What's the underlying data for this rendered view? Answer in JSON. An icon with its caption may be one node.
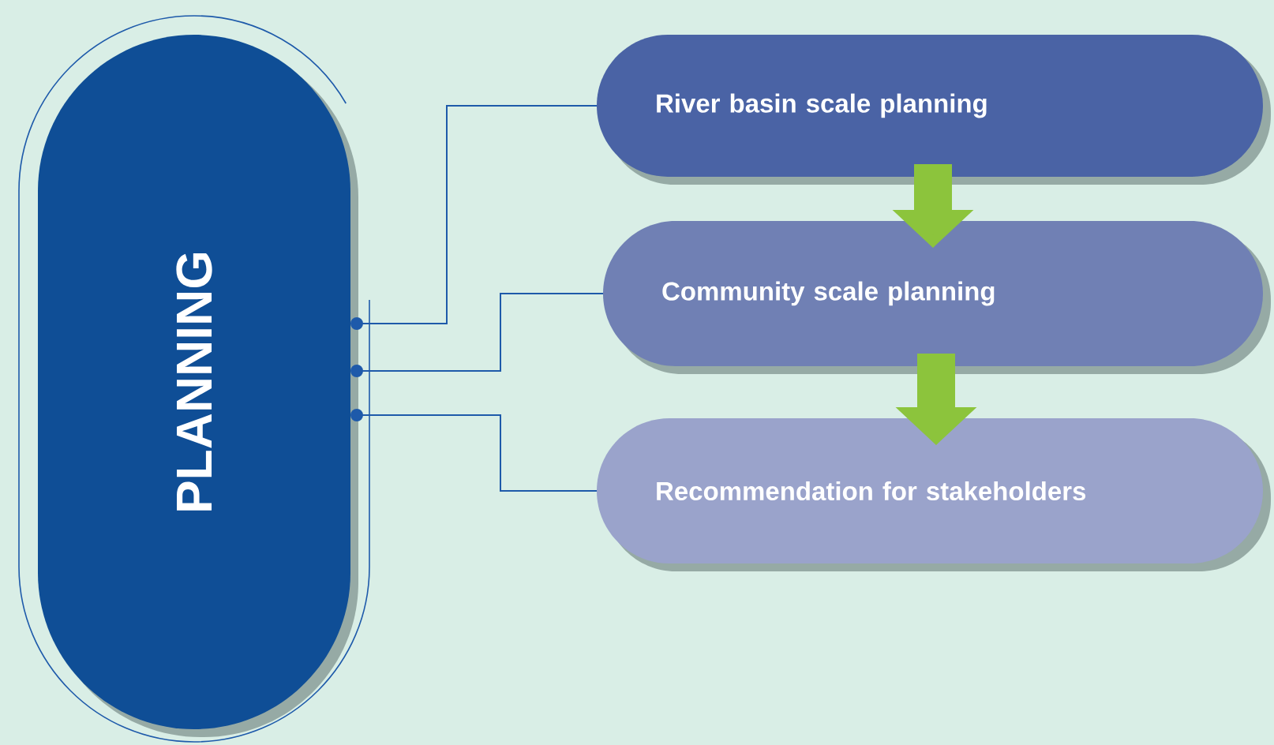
{
  "diagram": {
    "nodes": [
      {
        "text": [
          "PLANNING"
        ]
      },
      {
        "text": [
          "River basin scale planning"
        ]
      },
      {
        "text": [
          "Community scale planning"
        ]
      },
      {
        "text": [
          "Recommendation for stakeholders"
        ]
      }
    ],
    "edges": [
      {
        "from": 0,
        "to": 1,
        "arrow": "other"
      },
      {
        "from": 0,
        "to": 2,
        "arrow": "other"
      },
      {
        "from": 0,
        "to": 3,
        "arrow": "other"
      },
      {
        "from": 1,
        "to": 2,
        "arrow": "to",
        "style": "thick",
        "color": "#8cc43c"
      },
      {
        "from": 2,
        "to": 3,
        "arrow": "to",
        "style": "thick",
        "color": "#8cc43c"
      }
    ]
  }
}
